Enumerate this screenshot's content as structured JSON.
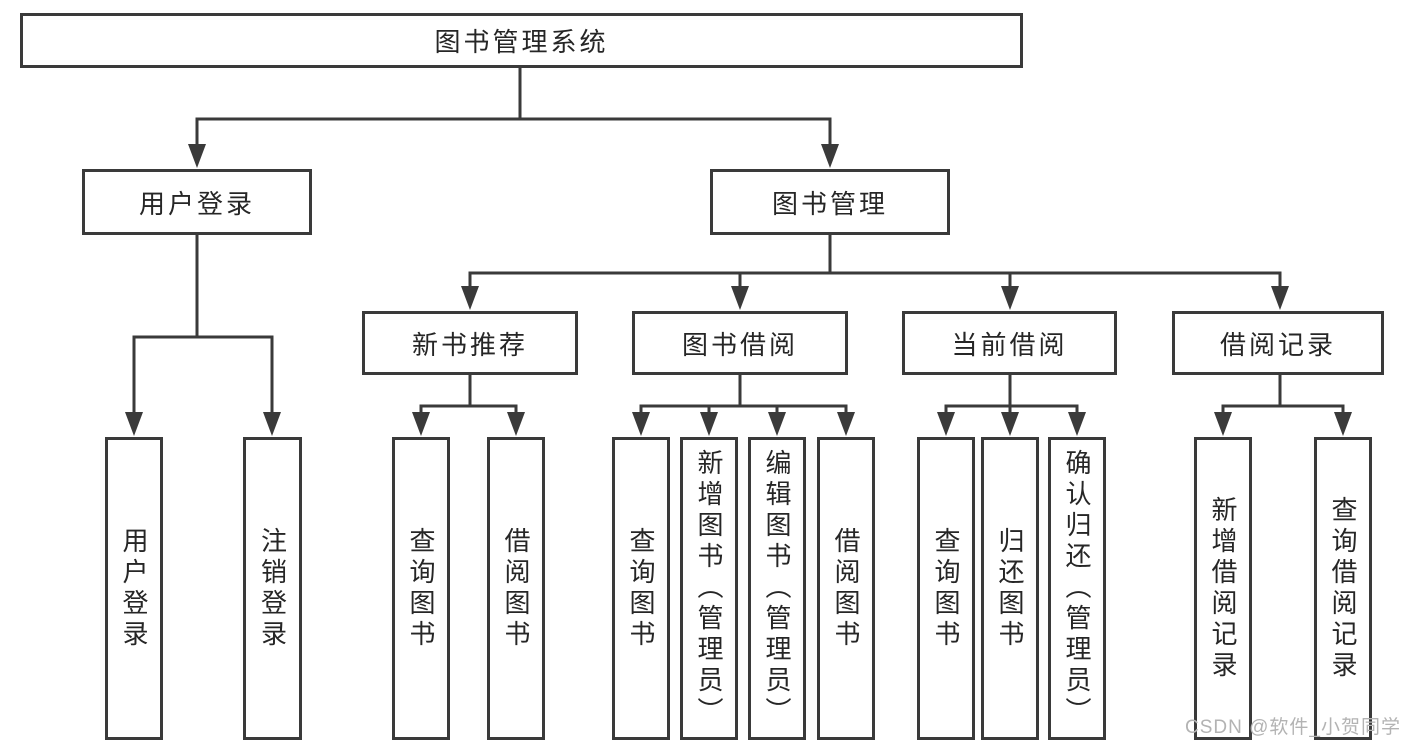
{
  "tree": {
    "label": "图书管理系统",
    "children": [
      {
        "label": "用户登录",
        "children": [
          {
            "label": "用户登录"
          },
          {
            "label": "注销登录"
          }
        ]
      },
      {
        "label": "图书管理",
        "children": [
          {
            "label": "新书推荐",
            "children": [
              {
                "label": "查询图书"
              },
              {
                "label": "借阅图书"
              }
            ]
          },
          {
            "label": "图书借阅",
            "children": [
              {
                "label": "查询图书"
              },
              {
                "label": "新增图书（管理员）"
              },
              {
                "label": "编辑图书（管理员）"
              },
              {
                "label": "借阅图书"
              }
            ]
          },
          {
            "label": "当前借阅",
            "children": [
              {
                "label": "查询图书"
              },
              {
                "label": "归还图书"
              },
              {
                "label": "确认归还（管理员）"
              }
            ]
          },
          {
            "label": "借阅记录",
            "children": [
              {
                "label": "新增借阅记录"
              },
              {
                "label": "查询借阅记录"
              }
            ]
          }
        ]
      }
    ]
  },
  "watermark": {
    "text": "CSDN @软件_小贺同学"
  },
  "colors": {
    "line": "#3a3a3a",
    "border": "#3a3a3a",
    "text": "#262626",
    "watermark": "#b3b3b3",
    "background": "#ffffff"
  }
}
